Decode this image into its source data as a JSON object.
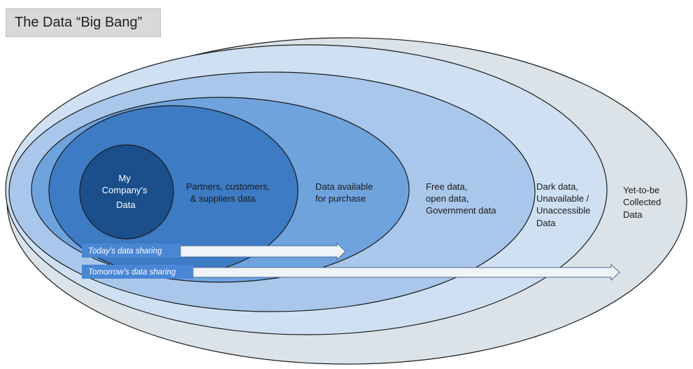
{
  "title": "The Data “Big Bang”",
  "rings": [
    {
      "id": "yet-to-be-collected",
      "lines": [
        "Yet-to-be",
        "Collected",
        "Data"
      ],
      "color": "#dbe3e8"
    },
    {
      "id": "dark-data",
      "lines": [
        "Dark data,",
        "Unavailable /",
        "Unaccessible",
        "Data"
      ],
      "color": "#cfe0f3"
    },
    {
      "id": "free-data",
      "lines": [
        "Free data,",
        "open data,",
        "Government data"
      ],
      "color": "#a9c7ea"
    },
    {
      "id": "data-for-purchase",
      "lines": [
        "Data available",
        "for purchase"
      ],
      "color": "#6fa3de"
    },
    {
      "id": "partners-data",
      "lines": [
        "Partners, customers,",
        "& suppliers data"
      ],
      "color": "#3d7bc4"
    },
    {
      "id": "my-company-data",
      "lines": [
        "My",
        "Company’s",
        "Data"
      ],
      "color": "#1a4f8b"
    }
  ],
  "arrows": [
    {
      "id": "today",
      "label": "Today’s data sharing"
    },
    {
      "id": "tomorrow",
      "label": "Tomorrow’s data sharing"
    }
  ],
  "colors": {
    "arrow_fill": "#f0f3f8",
    "tag_fill": "#4a86d6"
  }
}
